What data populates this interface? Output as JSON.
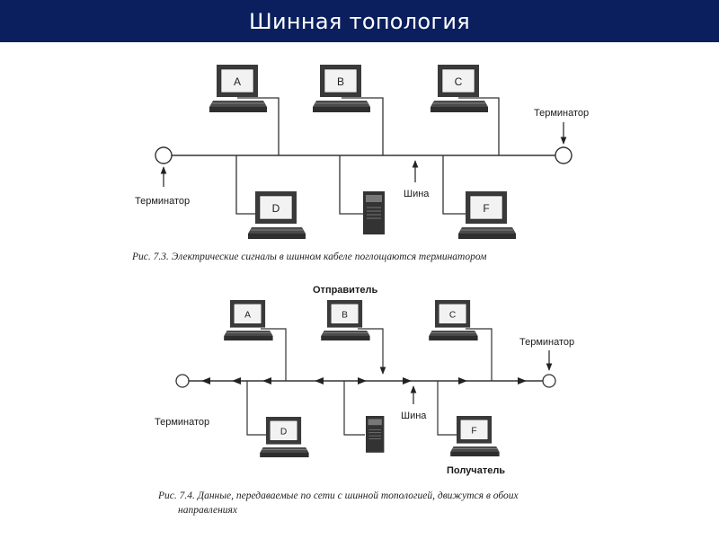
{
  "slide": {
    "title": "Шинная топология"
  },
  "fig1": {
    "stations": [
      "A",
      "B",
      "C",
      "D",
      "F"
    ],
    "terminator_left": "Терминатор",
    "terminator_right": "Терминатор",
    "bus_label": "Шина",
    "caption": "Рис.  7.3.  Электрические  сигналы  в  шинном  кабеле  поглощаются  терминатором"
  },
  "fig2": {
    "stations": [
      "A",
      "B",
      "C",
      "D",
      "F"
    ],
    "sender_label": "Отправитель",
    "receiver_label": "Получатель",
    "terminator_left": "Терминатор",
    "terminator_right": "Терминатор",
    "bus_label": "Шина",
    "caption_line1": "Рис.  7.4.  Данные,  передаваемые  по  сети  с  шинной  топологией,  движутся  в  обоих",
    "caption_line2": "направлениях"
  },
  "colors": {
    "header_bg": "#0b1f5e",
    "header_text": "#ffffff"
  }
}
